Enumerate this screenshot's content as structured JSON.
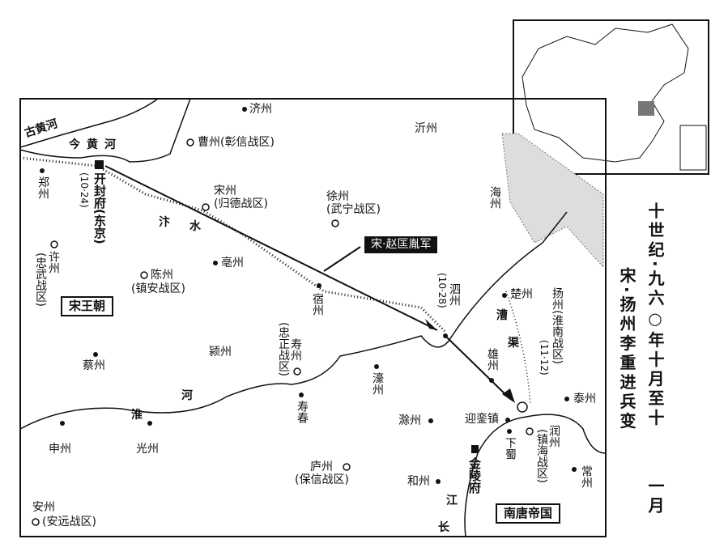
{
  "title": {
    "main": "宋·扬州李重进兵变",
    "sub": "十世纪·九六○年十月至十",
    "sub_end": "一月"
  },
  "regions": {
    "song": "宋王朝",
    "southern_tang": "南唐帝国"
  },
  "army_label": "宋·赵匡胤军",
  "rivers": {
    "old_yellow": "古黄河",
    "new_yellow": "今黄河",
    "bian1": "汴",
    "bian2": "水",
    "huai1": "淮",
    "huai2": "河",
    "canal1": "漕",
    "canal2": "渠",
    "yangtze1": "江",
    "yangtze2": "长"
  },
  "places": {
    "jizhou": "济州",
    "caozhou": "曹州(彰信战区)",
    "yizhou": "沂州",
    "zhengzhou": "郑州",
    "kaifeng": "开封府(东京)",
    "kaifeng_date": "(10·24)",
    "songzhou": "宋州",
    "songzhou_sub": "(归德战区)",
    "xuzhou": "徐州",
    "xuzhou_sub": "(武宁战区)",
    "haizhou": "海州",
    "xuchang": "许州",
    "xuchang_sub": "(忠武战区)",
    "bozhou": "亳州",
    "chenzhou": "陈州",
    "chenzhou_sub": "(镇安战区)",
    "suzhou": "宿州",
    "sizhou": "泗州",
    "sizhou_date": "(10·28)",
    "chuzhou": "楚州",
    "yangzhou": "扬州(淮南战区)",
    "yangzhou_date": "(11·12)",
    "shouzhou": "寿州",
    "shouzhou_sub": "(忠正战区)",
    "yingzhou": "颍州",
    "caizhou": "蔡州",
    "haozhou": "濠州",
    "xiongzhou": "雄州",
    "shouchun": "寿春",
    "taizhou": "泰州",
    "chuzhou2": "滁州",
    "yingluan": "迎銮镇",
    "xiashu": "下蜀",
    "runzhou": "润州",
    "runzhou_sub": "(镇海战区)",
    "shenzhou": "申州",
    "guangzhou": "光州",
    "jinling": "金陵府",
    "luzhou": "庐州",
    "luzhou_sub": "(保信战区)",
    "hezhou": "和州",
    "changzhou": "常州",
    "anzhou": "安州",
    "anzhou_sub": "(安远战区)"
  }
}
